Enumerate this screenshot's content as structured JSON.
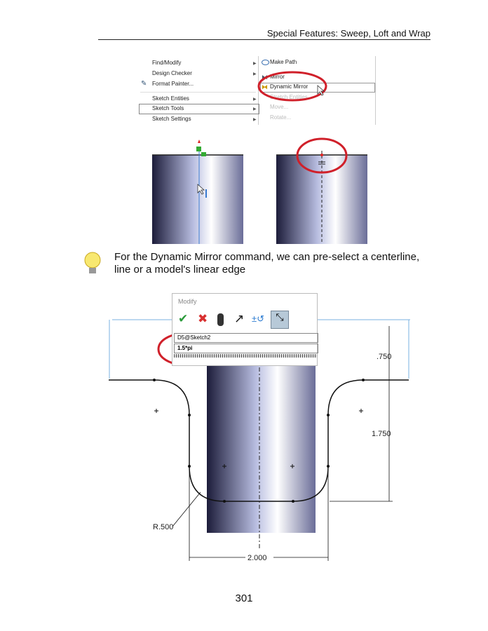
{
  "header": {
    "title": "Special Features: Sweep, Loft and Wrap"
  },
  "menu": {
    "left_items": [
      {
        "label": "Find/Modify"
      },
      {
        "label": "Design Checker"
      },
      {
        "label": "Format Painter..."
      },
      {
        "label": "Sketch Entities"
      },
      {
        "label": "Sketch Tools"
      },
      {
        "label": "Sketch Settings"
      }
    ],
    "right_items": [
      {
        "label": "Make Path"
      },
      {
        "label": "Mirror"
      },
      {
        "label": "Dynamic Mirror"
      },
      {
        "label": "Stretch Entities"
      },
      {
        "label": "Move..."
      },
      {
        "label": "Rotate..."
      }
    ]
  },
  "tip": {
    "text": "For the Dynamic Mirror command, we can pre-select a centerline, line or a model's linear edge"
  },
  "modify": {
    "title": "Modify",
    "dimension_name": "D5@Sketch2",
    "value": "1.5*pi"
  },
  "dims": {
    "d1": ".750",
    "d2": "1.750",
    "radius": "R.500",
    "width": "2.000"
  },
  "page": {
    "number": "301"
  },
  "colors": {
    "highlight": "#d0202a",
    "ok": "#2a9a3a",
    "cancel": "#d83030"
  }
}
